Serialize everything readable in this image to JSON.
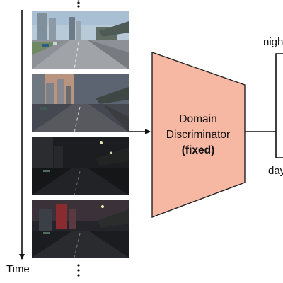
{
  "timeline": {
    "axis_label": "Time",
    "frames": [
      {
        "condition": "day"
      },
      {
        "condition": "dusk"
      },
      {
        "condition": "night"
      },
      {
        "condition": "night"
      }
    ]
  },
  "discriminator": {
    "line1": "Domain",
    "line2": "Discriminator",
    "line3": "(fixed)",
    "fill_color": "#f6b7a3"
  },
  "output_scale": {
    "top_label": "nigh",
    "bottom_label": "day"
  }
}
